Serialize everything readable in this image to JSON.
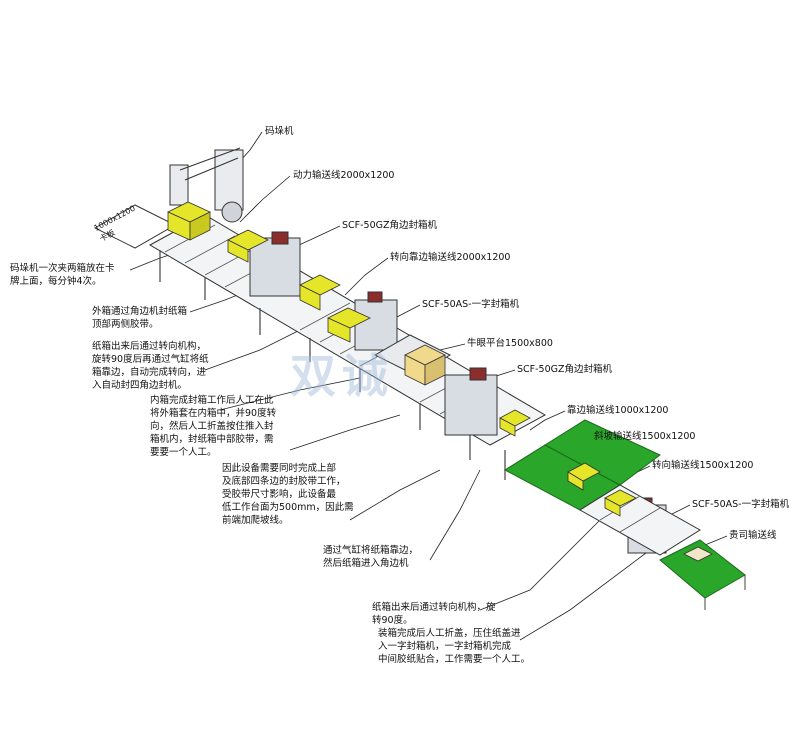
{
  "labels": {
    "palletizer": "码垛机",
    "powered_conveyor": "动力输送线2000x1200",
    "scf50gz_1": "SCF-50GZ角边封箱机",
    "turning_conveyor": "转向靠边输送线2000x1200",
    "scf50as_1": "SCF-50AS-一字封箱机",
    "bullseye_platform": "牛眼平台1500x800",
    "scf50gz_2": "SCF-50GZ角边封箱机",
    "edge_conveyor": "靠边输送线1000x1200",
    "incline_conveyor": "斜坡输送线1500x1200",
    "turn_conveyor": "转向输送线1500x1200",
    "scf50as_2": "SCF-50AS-一字封箱机",
    "output_conveyor": "贵司输送线",
    "pallet_text": "1000x1200\n卡板"
  },
  "notes": {
    "n1": "码垛机一次夹两箱放在卡\n牌上面，每分钟4次。",
    "n2": "外箱通过角边机封纸箱\n顶部两侧胶带。",
    "n3": "纸箱出来后通过转向机构，\n旋转90度后再通过气缸将纸\n箱靠边，自动完成转向，进\n入自动封四角边封机。",
    "n4": "内箱完成封箱工作后人工在此\n将外箱套在内箱中，并90度转\n向，然后人工折盖按住推入封\n箱机内，封纸箱中部胶带，需\n要要一个人工。",
    "n5": "因此设备需要同时完成上部\n及底部四条边的封胶带工作，\n受胶带尺寸影响，此设备最\n低工作台面为500mm，因此需\n前端加爬坡线。",
    "n6": "通过气缸将纸箱靠边，\n然后纸箱进入角边机",
    "n7": "纸箱出来后通过转向机构，旋\n转90度。",
    "n8": "装箱完成后人工折盖，压住纸盖进\n入一字封箱机，一字封箱机完成\n中间胶纸贴合，工作需要一个人工。"
  },
  "watermark": "双诚",
  "colors": {
    "box": "#e5e52a",
    "incline": "#2aa62a",
    "machine": "#d8dde4",
    "line": "#333333"
  }
}
